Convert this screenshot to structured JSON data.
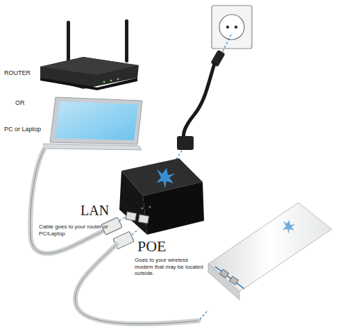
{
  "diagram": {
    "labels": [
      "ROUTER",
      "OR",
      "PC or Laptop",
      "LAN",
      "Cable goes to your router or PC/Laptop",
      "POE",
      "Goes to your wireless modem that may be located outside."
    ]
  }
}
